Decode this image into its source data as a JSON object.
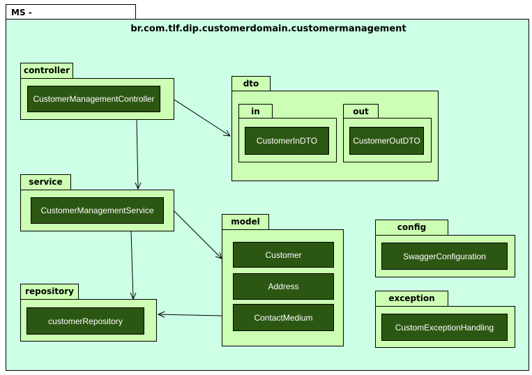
{
  "frame": {
    "title": "MS - CustomerMangement"
  },
  "root_package": "br.com.tlf.dip.customerdomain.customermanagement",
  "packages": {
    "controller": "controller",
    "service": "service",
    "repository": "repository",
    "dto": "dto",
    "dto_in": "in",
    "dto_out": "out",
    "model": "model",
    "config": "config",
    "exception": "exception"
  },
  "classes": {
    "controller": "CustomerManagementController",
    "service": "CustomerManagementService",
    "repository": "customerRepository",
    "dto_in": "CustomerInDTO",
    "dto_out": "CustomerOutDTO",
    "customer": "Customer",
    "address": "Address",
    "contact_medium": "ContactMedium",
    "swagger": "SwaggerConfiguration",
    "exception_handling": "CustomExceptionHandling"
  },
  "colors": {
    "frame_bg": "#ccffe5",
    "package_bg": "#ccffb3",
    "class_bg": "#2c5713",
    "class_text": "#ffffff",
    "line": "#000000"
  }
}
